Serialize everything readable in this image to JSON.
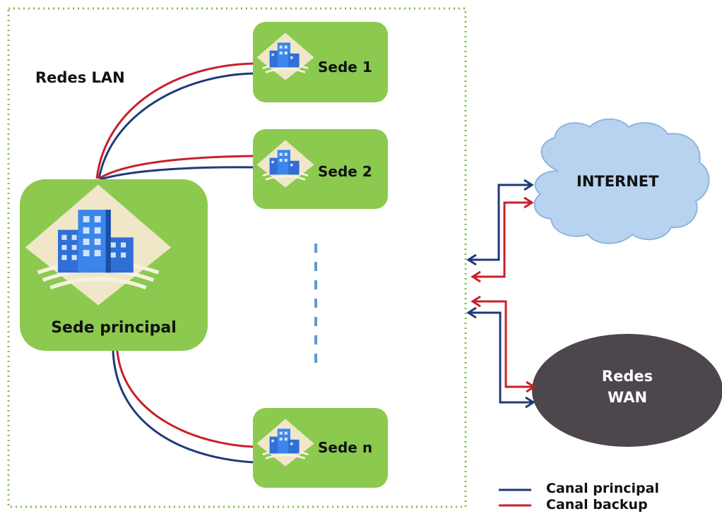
{
  "lan": {
    "title": "Redes LAN"
  },
  "main_site": {
    "label": "Sede principal",
    "icon": "office-building-icon"
  },
  "sites": [
    {
      "label": "Sede 1",
      "icon": "office-building-icon"
    },
    {
      "label": "Sede 2",
      "icon": "office-building-icon"
    },
    {
      "label": "Sede n",
      "icon": "office-building-icon"
    }
  ],
  "internet": {
    "label": "INTERNET",
    "icon": "cloud-icon"
  },
  "wan": {
    "label": "Redes\nWAN"
  },
  "legend": [
    {
      "label": "Canal principal",
      "color": "#1f3a7a"
    },
    {
      "label": "Canal backup",
      "color": "#c8202a"
    }
  ],
  "colors": {
    "node_green": "#8cc94f",
    "lan_border": "#7fbf4a",
    "cloud_fill": "#b7d3ef",
    "wan_fill": "#4d464c",
    "dashed_separator": "#5b9bd5"
  }
}
